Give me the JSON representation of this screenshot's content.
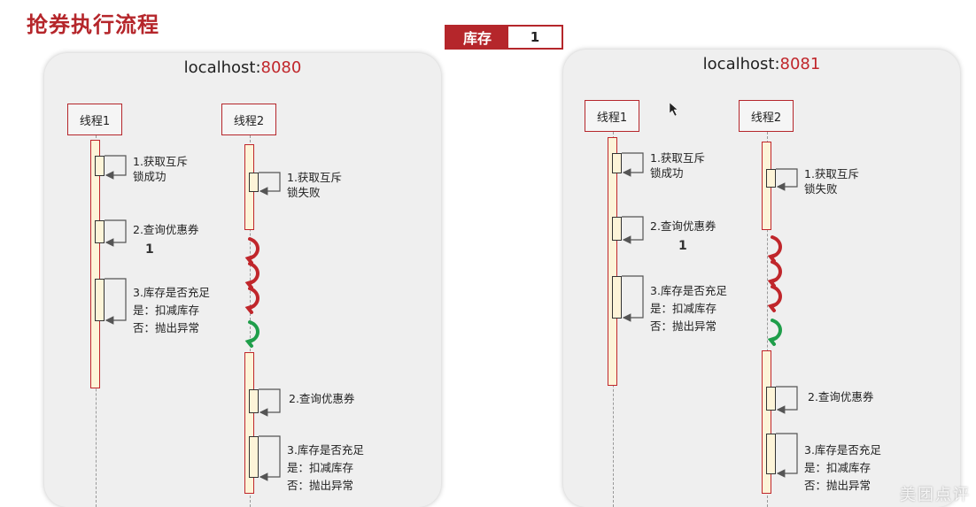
{
  "title": "抢券执行流程",
  "stock": {
    "label": "库存",
    "value": "1"
  },
  "panels": [
    {
      "host": "localhost:",
      "port": "8080",
      "thread1": "线程1",
      "thread2": "线程2",
      "t1_step1": [
        "1.获取互斥",
        "锁成功"
      ],
      "t1_step2": "2.查询优惠券",
      "t1_count": "1",
      "t1_step3": [
        "3.库存是否充足",
        "是：扣减库存",
        "否：抛出异常"
      ],
      "t2_step1": [
        "1.获取互斥",
        "锁失败"
      ],
      "t2_step2": "2.查询优惠券",
      "t2_step3": [
        "3.库存是否充足",
        "是：扣减库存",
        "否：抛出异常"
      ]
    },
    {
      "host": "localhost:",
      "port": "8081",
      "thread1": "线程1",
      "thread2": "线程2",
      "t1_step1": [
        "1.获取互斥",
        "锁成功"
      ],
      "t1_step2": "2.查询优惠券",
      "t1_count": "1",
      "t1_step3": [
        "3.库存是否充足",
        "是：扣减库存",
        "否：抛出异常"
      ],
      "t2_step1": [
        "1.获取互斥",
        "锁失败"
      ],
      "t2_step2": "2.查询优惠券",
      "t2_step3": [
        "3.库存是否充足",
        "是：扣减库存",
        "否：抛出异常"
      ]
    }
  ],
  "colors": {
    "accent": "#b5262b",
    "retry_red": "#c0262b",
    "retry_green": "#1f9e4a",
    "bar_fill": "#fdf4d8"
  },
  "watermark": "美团点评"
}
